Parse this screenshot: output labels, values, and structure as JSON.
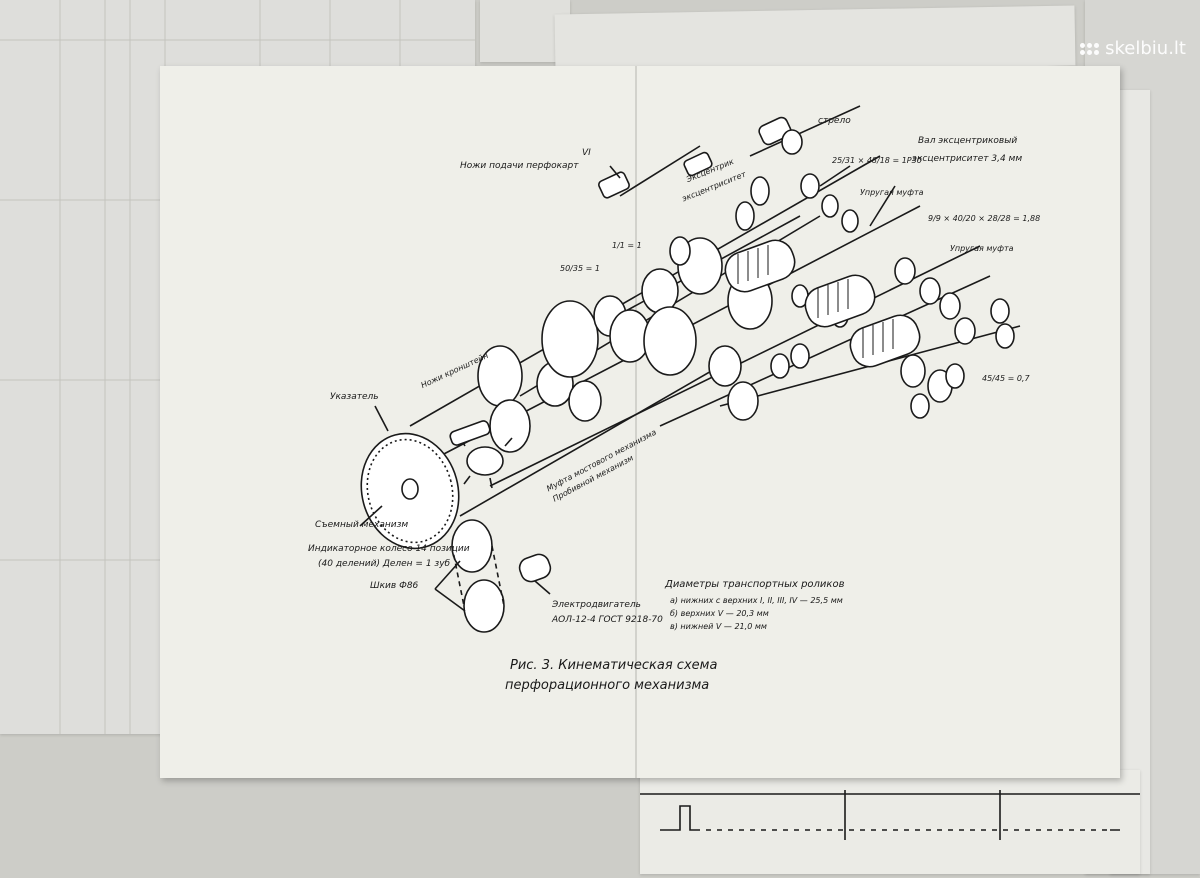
{
  "watermark": {
    "text": "skelbiu.lt",
    "icon": "dots-logo-icon"
  },
  "labels": {
    "strelo": "стрело",
    "vi": "VI",
    "nozhi": "Ножи подачи перфокарт",
    "eksc_l1": "Эксцентрик",
    "eksc_l2": "эксцентриситет",
    "val_eksc": "Вал эксцентриковый",
    "eksc_34": "эксцентриситет 3,4 мм",
    "frac_top": "25/31 × 48/18 = 1Р30",
    "frac_right": "9/9 × 40/20 × 28/28 = 1,88",
    "pruzh1": "Упругая муфта",
    "pruzh2": "Упругая муфта",
    "ukazatel": "Указатель",
    "nozh_kr": "Ножи кронштейн",
    "sektor": "Съемный механизм",
    "indik1": "Индикаторное колесо 14 позиции",
    "indik2": "(40 делений) Делен = 1 зуб",
    "shkiv": "Шкив Ф86",
    "dvig1": "Электродвигатель",
    "dvig2": "АОЛ-12-4 ГОСТ 9218-70",
    "mufta1": "Муфта мостового механизма",
    "mufta2": "Пробивной механизм",
    "fr1": "1/1 = 1",
    "fr2": "50/35 = 1",
    "fr_end": "45/45 = 0,7"
  },
  "legend": {
    "title": "Диаметры транспортных роликов",
    "line1": "а) нижних с верхних  I, II, III, IV — 25,5 мм",
    "line2": "б) верхних  V — 20,3 мм",
    "line3": "в) нижней  V — 21,0 мм"
  },
  "caption": {
    "line1": "Рис. 3.  Кинематическая   схема",
    "line2": "перфорационного   механизма"
  }
}
